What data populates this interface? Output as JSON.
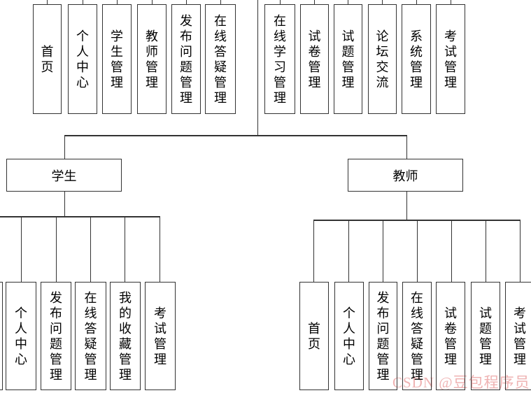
{
  "root": {
    "top_modules": [
      {
        "label": "首页"
      },
      {
        "label": "个人中心"
      },
      {
        "label": "学生管理"
      },
      {
        "label": "教师管理"
      },
      {
        "label": "发布问题管理"
      },
      {
        "label": "在线答疑管理"
      },
      {
        "label": "在线学习管理"
      },
      {
        "label": "试卷管理"
      },
      {
        "label": "试题管理"
      },
      {
        "label": "论坛交流"
      },
      {
        "label": "系统管理"
      },
      {
        "label": "考试管理"
      }
    ],
    "roles": {
      "student": {
        "label": "学生",
        "modules": [
          {
            "label": "个人中心"
          },
          {
            "label": "发布问题管理"
          },
          {
            "label": "在线答疑管理"
          },
          {
            "label": "我的收藏管理"
          },
          {
            "label": "考试管理"
          }
        ]
      },
      "teacher": {
        "label": "教师",
        "modules": [
          {
            "label": "首页"
          },
          {
            "label": "个人中心"
          },
          {
            "label": "发布问题管理"
          },
          {
            "label": "在线答疑管理"
          },
          {
            "label": "试卷管理"
          },
          {
            "label": "试题管理"
          },
          {
            "label": "考试管理"
          }
        ]
      }
    },
    "watermark": "CSDN @豆包程序员",
    "colors": {
      "line": "#333333",
      "box_border": "#333333",
      "text": "#000000",
      "watermark": "#efb3b3",
      "background": "#ffffff"
    }
  }
}
